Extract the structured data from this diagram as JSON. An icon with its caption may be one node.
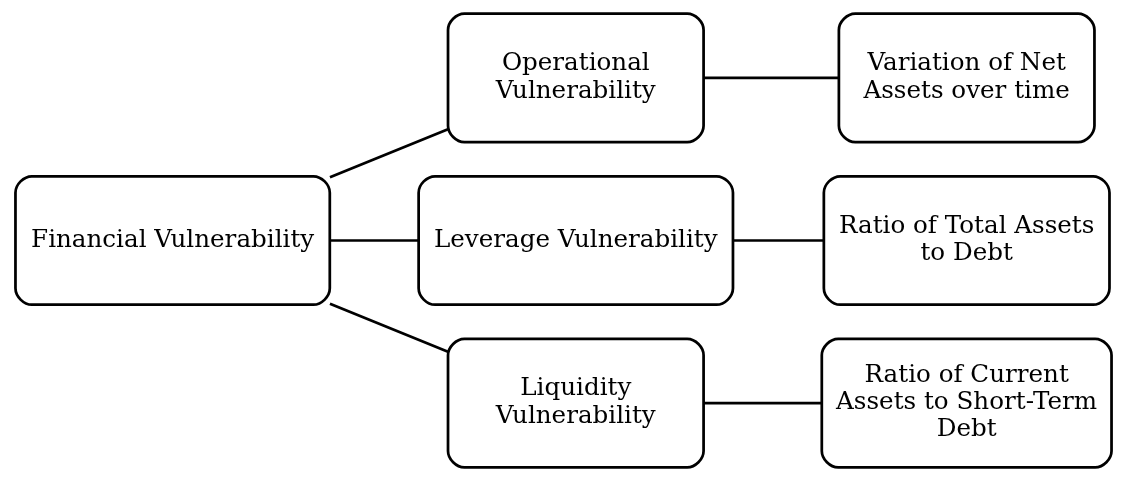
{
  "diagram": {
    "nodes": [
      {
        "text": [
          "Financial Vulnerability"
        ]
      },
      {
        "text": [
          "Operational Vulnerability"
        ]
      },
      {
        "text": [
          "Leverage Vulnerability"
        ]
      },
      {
        "text": [
          "Liquidity Vulnerability"
        ]
      },
      {
        "text": [
          "Variation of Net Assets over time"
        ]
      },
      {
        "text": [
          "Ratio of Total Assets to Debt"
        ]
      },
      {
        "text": [
          "Ratio of Current Assets to Short-Term Debt"
        ]
      }
    ],
    "edges": [
      {
        "from": 0,
        "to": 1,
        "arrow": "none"
      },
      {
        "from": 0,
        "to": 2,
        "arrow": "none"
      },
      {
        "from": 0,
        "to": 3,
        "arrow": "none"
      },
      {
        "from": 1,
        "to": 4,
        "arrow": "none"
      },
      {
        "from": 2,
        "to": 5,
        "arrow": "none"
      },
      {
        "from": 3,
        "to": 6,
        "arrow": "none"
      }
    ]
  }
}
